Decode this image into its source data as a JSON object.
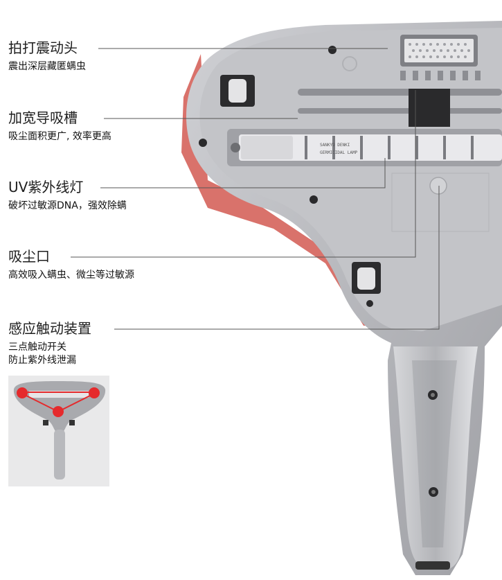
{
  "features": [
    {
      "title": "拍打震动头",
      "desc": [
        "震出深层藏匿螨虫"
      ]
    },
    {
      "title": "加宽导吸槽",
      "desc": [
        "吸尘面积更广, 效率更高"
      ]
    },
    {
      "title": "UV紫外线灯",
      "desc": [
        "破坏过敏源DNA，强效除螨"
      ]
    },
    {
      "title": "吸尘口",
      "desc": [
        "高效吸入螨虫、微尘等过敏源"
      ]
    },
    {
      "title": "感应触动装置",
      "desc": [
        "三点触动开关",
        "防止紫外线泄漏"
      ]
    }
  ],
  "uv_lamp_brand": "SANKYO DENKI",
  "uv_lamp_model": "GERMICIDAL LAMP",
  "colors": {
    "body_gray": "#a9aaae",
    "body_light": "#c6c7cb",
    "sensor_dot": "#e52a2c",
    "callout_line": "#555555"
  }
}
